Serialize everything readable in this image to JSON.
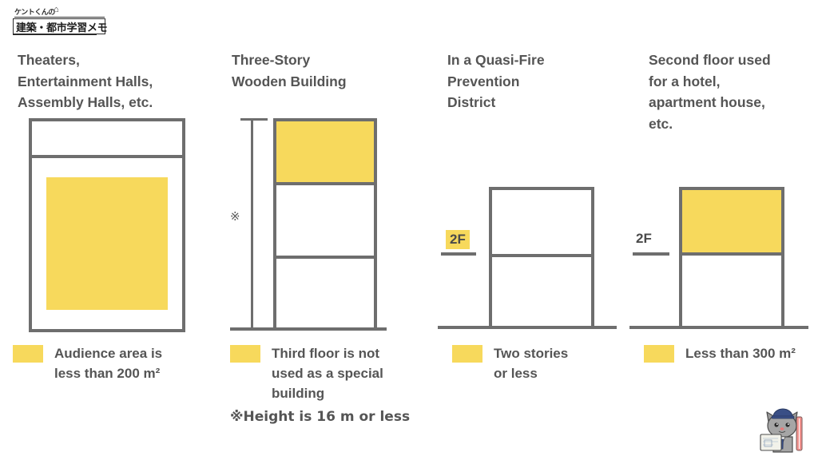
{
  "logo": {
    "top_text": "ケントくんの",
    "house_icon": "⌂",
    "main_text": "建築・都市学習メモ"
  },
  "colors": {
    "accent_yellow": "#f7d95c",
    "stroke_gray": "#6e6e6e",
    "text_gray": "#555555"
  },
  "panels": [
    {
      "id": "panel-1",
      "title": "Theaters,\nEntertainment Halls,\nAssembly Halls, etc.",
      "legend": "Audience area is\nless than 200 m²",
      "diagram": "building-section-with-audience-area"
    },
    {
      "id": "panel-2",
      "title": "Three-Story\nWooden Building",
      "legend": "Third floor is not\nused as a special\nbuilding",
      "note": "※Height is 16 m or less",
      "height_mark": "※",
      "diagram": "three-story-building-with-height-dimension"
    },
    {
      "id": "panel-3",
      "title": "In a Quasi-Fire\nPrevention\nDistrict",
      "legend": "Two stories\nor less",
      "floor_label": "2F",
      "diagram": "two-story-building"
    },
    {
      "id": "panel-4",
      "title": "Second floor used\nfor a hotel,\napartment house,\netc.",
      "legend": "Less than 300 m²",
      "floor_label": "2F",
      "diagram": "two-story-building-yellow-second-floor"
    }
  ],
  "mascot": {
    "name": "kento-cat-mascot",
    "description": "cat character with helmet holding blueprint and ruler"
  }
}
